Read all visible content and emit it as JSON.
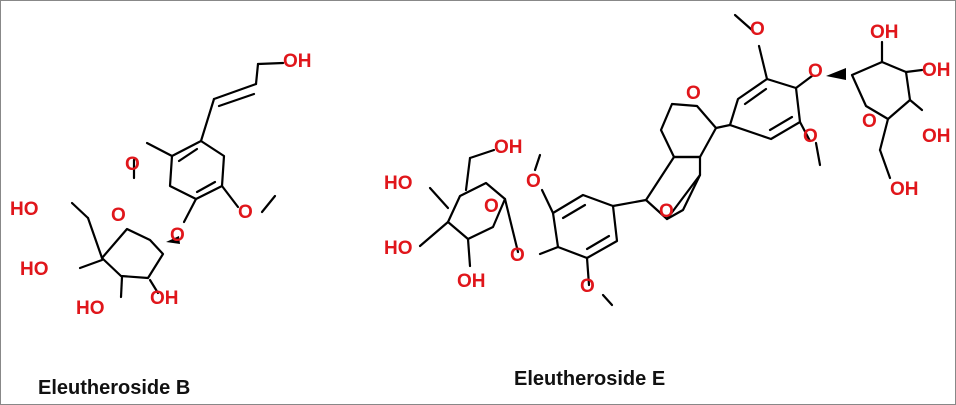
{
  "colors": {
    "heteroatom": "#e0161b",
    "bond": "#000000",
    "border": "#888888"
  },
  "compounds": [
    {
      "name": "Eleutheroside B",
      "labels": [
        "OH",
        "O",
        "O",
        "HO",
        "O",
        "O",
        "HO",
        "HO",
        "OH"
      ]
    },
    {
      "name": "Eleutheroside E",
      "labels": [
        "O",
        "OH",
        "OH",
        "O",
        "O",
        "O",
        "OH",
        "OH",
        "O",
        "O",
        "OH",
        "HO",
        "O",
        "HO",
        "O",
        "O",
        "OH",
        "O"
      ]
    }
  ]
}
